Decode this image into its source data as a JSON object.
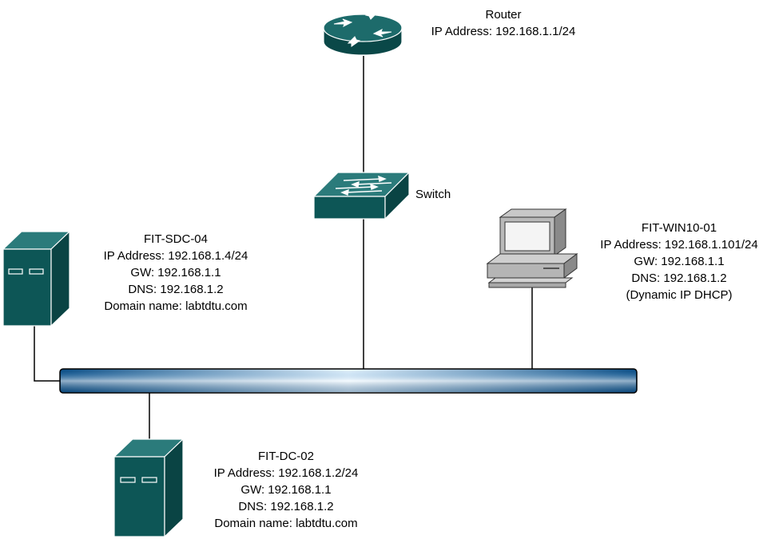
{
  "colors": {
    "device": "#0f5a5a",
    "device_light": "#2e7d7d",
    "device_dark": "#0a3c3c",
    "bus": "#1e6aa8",
    "bus_highlight": "#dff0ff",
    "line": "#000000"
  },
  "router": {
    "name": "Router",
    "ip": "IP Address: 192.168.1.1/24",
    "icon": "router-icon"
  },
  "switch": {
    "name": "Switch",
    "icon": "switch-icon"
  },
  "fit_sdc_04": {
    "name": "FIT-SDC-04",
    "ip": "IP Address: 192.168.1.4/24",
    "gw": "GW: 192.168.1.1",
    "dns": "DNS: 192.168.1.2",
    "domain": "Domain name: labtdtu.com",
    "icon": "server-icon"
  },
  "fit_win10_01": {
    "name": "FIT-WIN10-01",
    "ip": "IP Address: 192.168.1.101/24",
    "gw": "GW: 192.168.1.1",
    "dns": "DNS: 192.168.1.2",
    "note": "(Dynamic IP DHCP)",
    "icon": "workstation-icon"
  },
  "fit_dc_02": {
    "name": "FIT-DC-02",
    "ip": "IP Address: 192.168.1.2/24",
    "gw": "GW: 192.168.1.1",
    "dns": "DNS: 192.168.1.2",
    "domain": "Domain name: labtdtu.com",
    "icon": "server-icon"
  }
}
